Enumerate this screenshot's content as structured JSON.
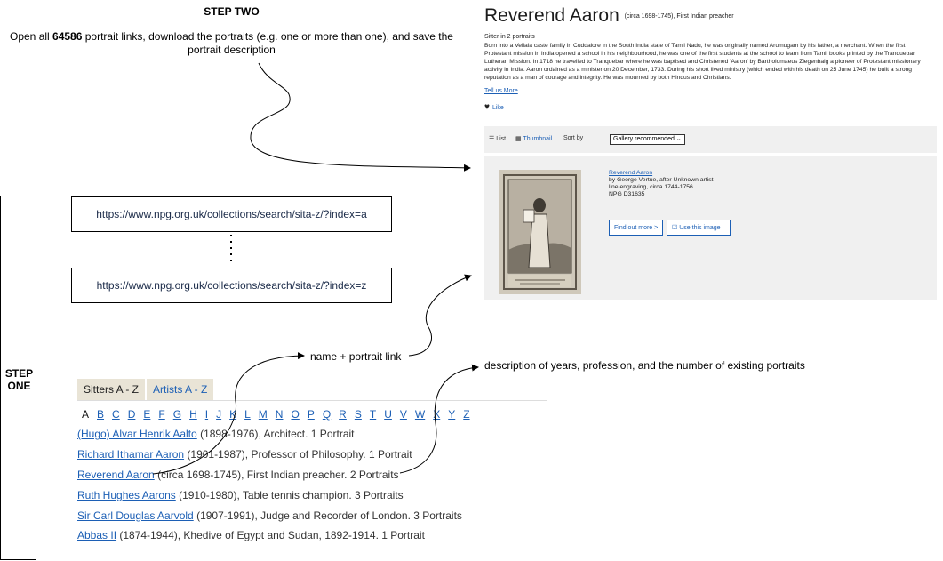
{
  "step_two": {
    "title": "STEP TWO",
    "desc_pre": "Open all ",
    "desc_count": "64586",
    "desc_post": " portrait links, download the portraits (e.g. one or more than one), and save the portrait description"
  },
  "step_one": {
    "line1": "STEP",
    "line2": "ONE"
  },
  "urls": {
    "first": "https://www.npg.org.uk/collections/search/sita-z/?index=a",
    "last": "https://www.npg.org.uk/collections/search/sita-z/?index=z"
  },
  "notes": {
    "name_link": "name + portrait link",
    "description": "description of years, profession, and the number of existing portraits"
  },
  "portrait_page": {
    "title": "Reverend Aaron",
    "subtitle": "(circa 1698-1745), First Indian preacher",
    "sitter_count": "Sitter in 2 portraits",
    "bio": "Born into a Vellala caste family in Cuddalore in the South India state of Tamil Nadu, he was originally named Arumugam by his father, a merchant. When the first Protestant mission in India opened a school in his neighbourhood, he was one of the first students at the school to learn from Tamil books printed by the Tranquebar Lutheran Mission. In 1718 he travelled to Tranquebar where he was baptised and Christened 'Aaron' by Bartholomaeus Ziegenbalg a pioneer of Protestant missionary activity in India. Aaron ordained as a minister on 20 December, 1733. During his short lived ministry (which ended with his death on 25 June 1745) he built a strong reputation as a man of courage and integrity. He was mourned by both Hindus and Christians.",
    "tell_more": "Tell us More",
    "like": "Like",
    "view_list": "List",
    "view_thumbnail": "Thumbnail",
    "sort_label": "Sort by",
    "sort_value": "Gallery recommended",
    "result": {
      "title": "Reverend Aaron",
      "by": "by George Vertue, after Unknown artist",
      "medium": "line engraving, circa 1744-1756",
      "npg": "NPG D31635",
      "find_out": "Find out more >",
      "use_image": "Use this image"
    }
  },
  "az": {
    "tab_sitters": "Sitters A - Z",
    "tab_artists": "Artists A - Z",
    "letters": [
      "A",
      "B",
      "C",
      "D",
      "E",
      "F",
      "G",
      "H",
      "I",
      "J",
      "K",
      "L",
      "M",
      "N",
      "O",
      "P",
      "Q",
      "R",
      "S",
      "T",
      "U",
      "V",
      "W",
      "X",
      "Y",
      "Z"
    ],
    "sitters": [
      {
        "name": "(Hugo) Alvar Henrik Aalto",
        "desc": " (1898-1976), Architect. 1 Portrait"
      },
      {
        "name": "Richard Ithamar Aaron",
        "desc": " (1901-1987), Professor of Philosophy. 1 Portrait"
      },
      {
        "name": "Reverend Aaron",
        "desc": " (circa 1698-1745), First Indian preacher. 2 Portraits"
      },
      {
        "name": "Ruth Hughes Aarons",
        "desc": " (1910-1980), Table tennis champion. 3 Portraits"
      },
      {
        "name": "Sir Carl Douglas Aarvold",
        "desc": " (1907-1991), Judge and Recorder of London. 3 Portraits"
      },
      {
        "name": "Abbas II",
        "desc": " (1874-1944), Khedive of Egypt and Sudan, 1892-1914. 1 Portrait"
      }
    ]
  }
}
